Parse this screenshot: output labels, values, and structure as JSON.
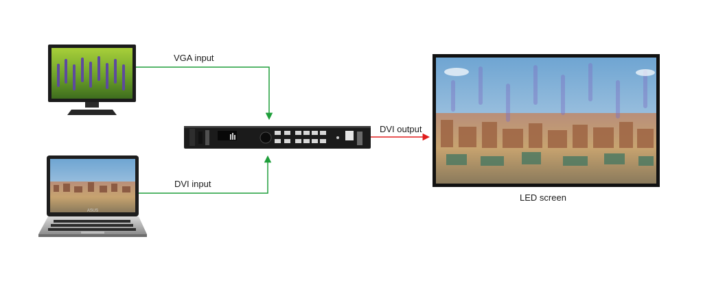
{
  "labels": {
    "vga_input": "VGA input",
    "dvi_input": "DVI input",
    "dvi_output": "DVI output",
    "led_screen": "LED screen"
  },
  "devices": {
    "laptop_brand": "ASUS"
  },
  "colors": {
    "input_arrow": "#1e9e3a",
    "output_arrow": "#e01c1c",
    "device_dark": "#1b1b1b",
    "sky": "#7fb3d8"
  },
  "icons": [
    "monitor-icon",
    "laptop-icon",
    "video-processor-icon",
    "led-screen-icon"
  ]
}
